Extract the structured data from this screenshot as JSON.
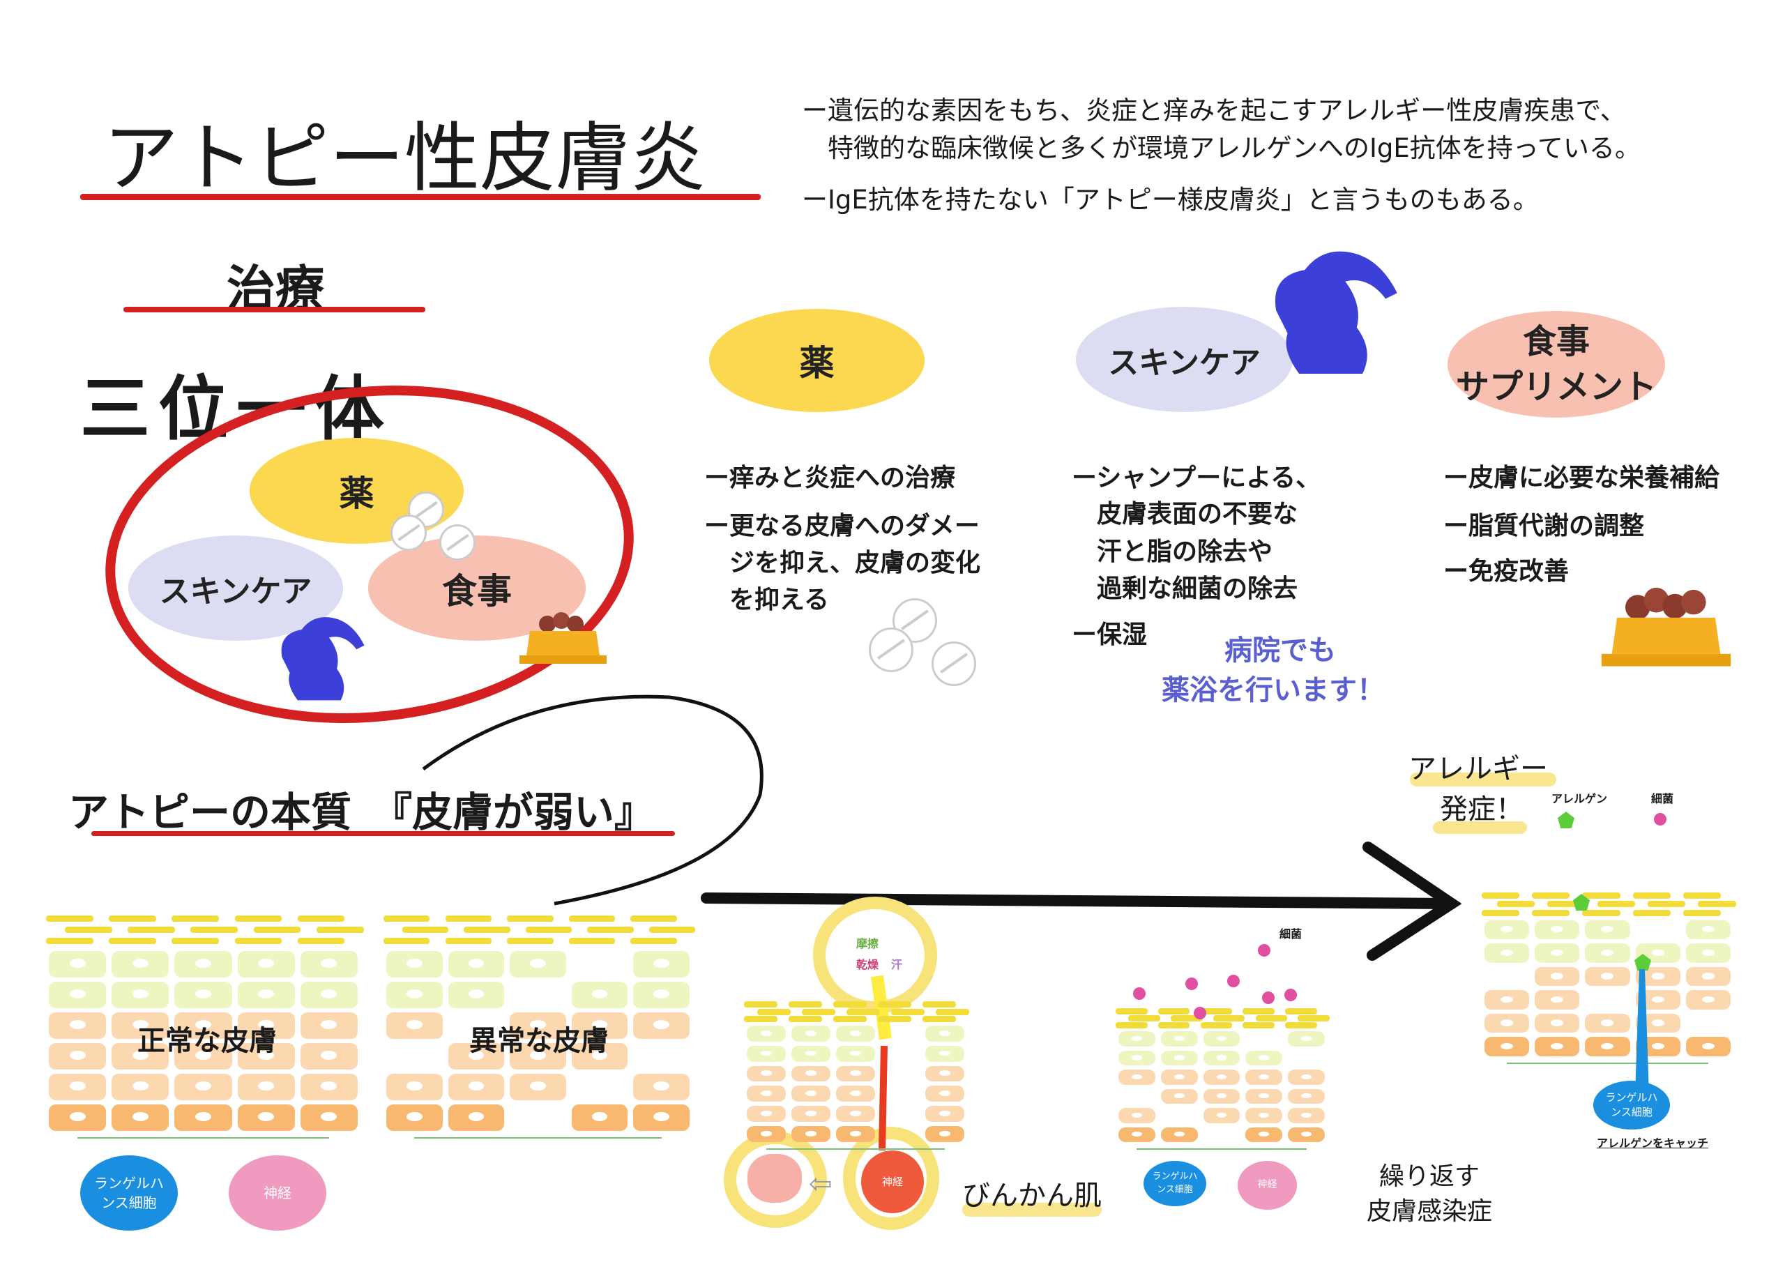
{
  "title": "アトピー性皮膚炎",
  "intro": [
    "ー遺伝的な素因をもち、炎症と痒みを起こすアレルギー性皮膚疾患で、",
    "　特徴的な臨床徴候と多くが環境アレルゲンへのIgE抗体を持っている。",
    "ーIgE抗体を持たない「アトピー様皮膚炎」と言うものもある。"
  ],
  "treatment": {
    "heading": "治療",
    "trinity": "三位一体",
    "venn": {
      "medicine": "薬",
      "skincare": "スキンケア",
      "diet": "食事"
    }
  },
  "columns": {
    "medicine": {
      "label": "薬",
      "points": [
        "ー痒みと炎症への治療",
        "ー更なる皮膚へのダメー",
        "　ジを抑え、皮膚の変化",
        "　を抑える"
      ]
    },
    "skincare": {
      "label": "スキンケア",
      "points": [
        "ーシャンプーによる、",
        "　皮膚表面の不要な",
        "　汗と脂の除去や",
        "　過剰な細菌の除去",
        "ー保湿"
      ],
      "note": [
        "病院でも",
        "薬浴を行います！"
      ]
    },
    "diet": {
      "label_line1": "食事",
      "label_line2": "サプリメント",
      "points": [
        "ー皮膚に必要な栄養補給",
        "ー脂質代謝の調整",
        "ー免疫改善"
      ]
    }
  },
  "essence": {
    "heading": "アトピーの本質　『皮膚が弱い』"
  },
  "skin": {
    "normal": "正常な皮膚",
    "abnormal": "異常な皮膚",
    "langerhans": "ランゲルハンス細胞",
    "nerve": "神経",
    "friction": "摩擦",
    "dryness": "乾燥",
    "sweat": "汗",
    "sensitive": "びんかん肌",
    "bacteria": "細菌",
    "repeat_line1": "繰り返す",
    "repeat_line2": "皮膚感染症",
    "allergy_line1": "アレルギー",
    "allergy_line2": "発症！",
    "allergen": "アレルゲン",
    "catch": "アレルゲンをキャッチ"
  },
  "colors": {
    "red": "#d42020",
    "yellow": "#fbd84f",
    "lavender": "#dcdcf2",
    "salmon": "#f7c0b0",
    "blue_note": "#5a5fd0",
    "dog": "#3c3fd8"
  }
}
